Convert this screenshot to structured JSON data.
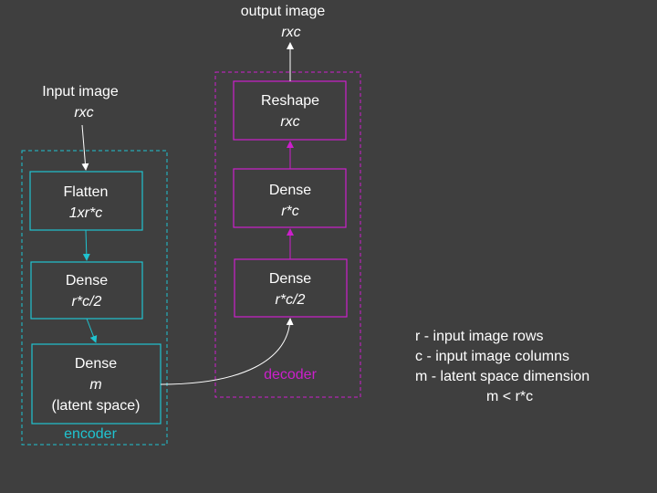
{
  "colors": {
    "background": "#3f3f3f",
    "encoder": "#1fc3d0",
    "decoder": "#cc1fcc",
    "text": "#ffffff"
  },
  "input": {
    "title": "Input image",
    "dims": "rxc"
  },
  "output": {
    "title": "output image",
    "dims": "rxc"
  },
  "encoder": {
    "label": "encoder",
    "flatten": {
      "title": "Flatten",
      "sub": "1xr*c"
    },
    "dense1": {
      "title": "Dense",
      "sub": "r*c/2"
    },
    "latent": {
      "title": "Dense",
      "sub": "m",
      "extra": "(latent space)"
    }
  },
  "decoder": {
    "label": "decoder",
    "dense1": {
      "title": "Dense",
      "sub": "r*c/2"
    },
    "dense2": {
      "title": "Dense",
      "sub": "r*c"
    },
    "reshape": {
      "title": "Reshape",
      "sub": "rxc"
    }
  },
  "legend": {
    "r": "r - input image rows",
    "c": "c - input image columns",
    "m": "m - latent space dimension",
    "constraint": "m < r*c"
  }
}
